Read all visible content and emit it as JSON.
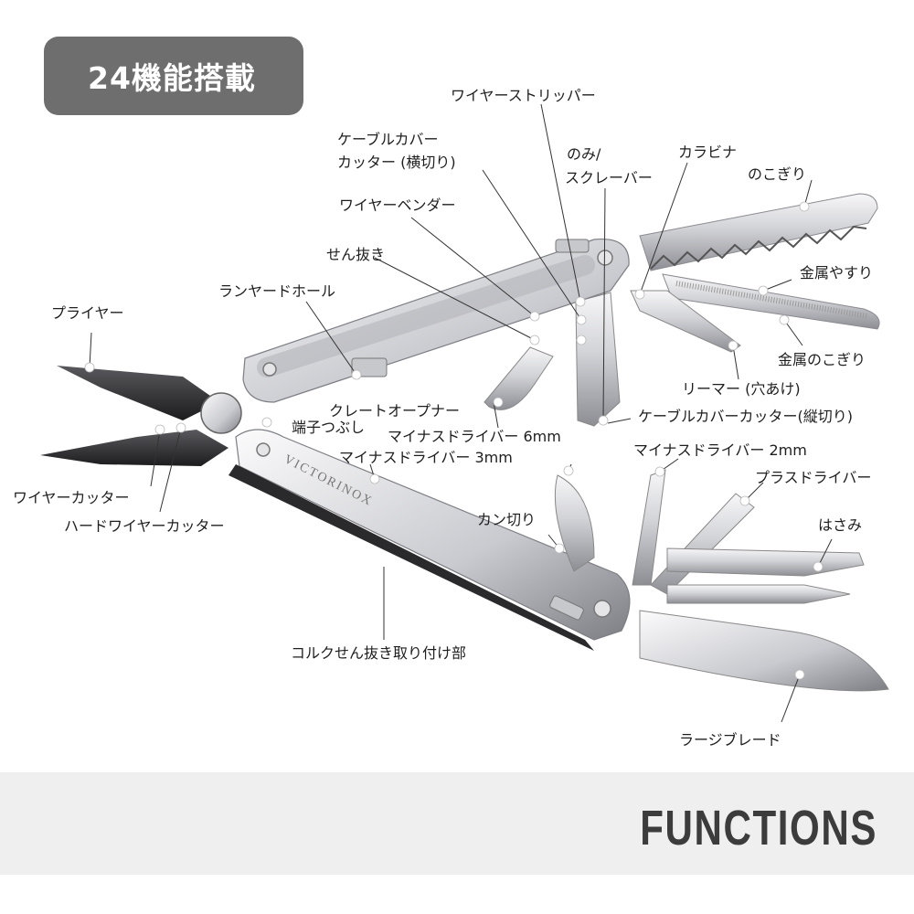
{
  "badge_text": "24機能搭載",
  "footer_text": "FUNCTIONS",
  "brand_text": "VICTORINOX",
  "labels": {
    "wire_stripper": "ワイヤーストリッパー",
    "cable_cover_cutter_h1": "ケーブルカバー",
    "cable_cover_cutter_h2": "カッター (横切り)",
    "chisel_1": "のみ/",
    "chisel_2": "スクレーバー",
    "carabiner": "カラビナ",
    "saw": "のこぎり",
    "wire_bender": "ワイヤーベンダー",
    "cork_remover": "せん抜き",
    "metal_file": "金属やすり",
    "lanyard_hole": "ランヤードホール",
    "metal_saw": "金属のこぎり",
    "pliers": "プライヤー",
    "reamer": "リーマー (穴あけ)",
    "crate_opener": "クレートオープナー",
    "cable_cover_cutter_v": "ケーブルカバーカッター(縦切り)",
    "crimper": "端子つぶし",
    "flat_driver_6": "マイナスドライバー 6mm",
    "flat_driver_3": "マイナスドライバー 3mm",
    "flat_driver_2": "マイナスドライバー 2mm",
    "phillips": "プラスドライバー",
    "wire_cutter": "ワイヤーカッター",
    "scissors": "はさみ",
    "can_opener": "カン切り",
    "hard_wire_cutter": "ハードワイヤーカッター",
    "corkscrew_mount": "コルクせん抜き取り付け部",
    "large_blade": "ラージブレード"
  },
  "colors": {
    "badge": "#6e6e6e",
    "footer": "#efefef",
    "steel_light": "#e9e9ec",
    "steel_dark": "#8a8a90"
  }
}
